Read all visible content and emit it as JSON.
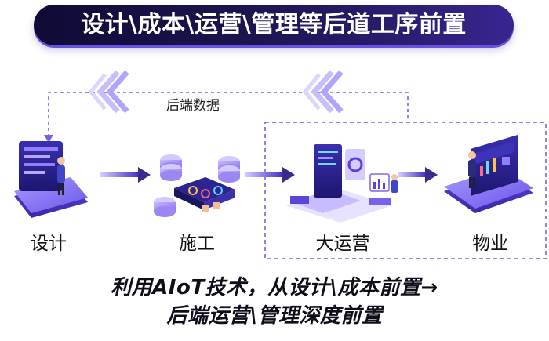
{
  "title": "设计\\成本\\运营\\管理等后道工序前置",
  "feedback_label": "后端数据",
  "nodes": [
    {
      "label": "设计"
    },
    {
      "label": "施工"
    },
    {
      "label": "大运营"
    },
    {
      "label": "物业"
    }
  ],
  "slogan": {
    "line1": "利用AIoT技术，从设计\\成本前置→",
    "line2": "后端运营\\管理深度前置"
  },
  "colors": {
    "accent": "#6b4cf0",
    "dark_banner": "#1b1550",
    "arrow_dark": "#3b2a8a"
  }
}
